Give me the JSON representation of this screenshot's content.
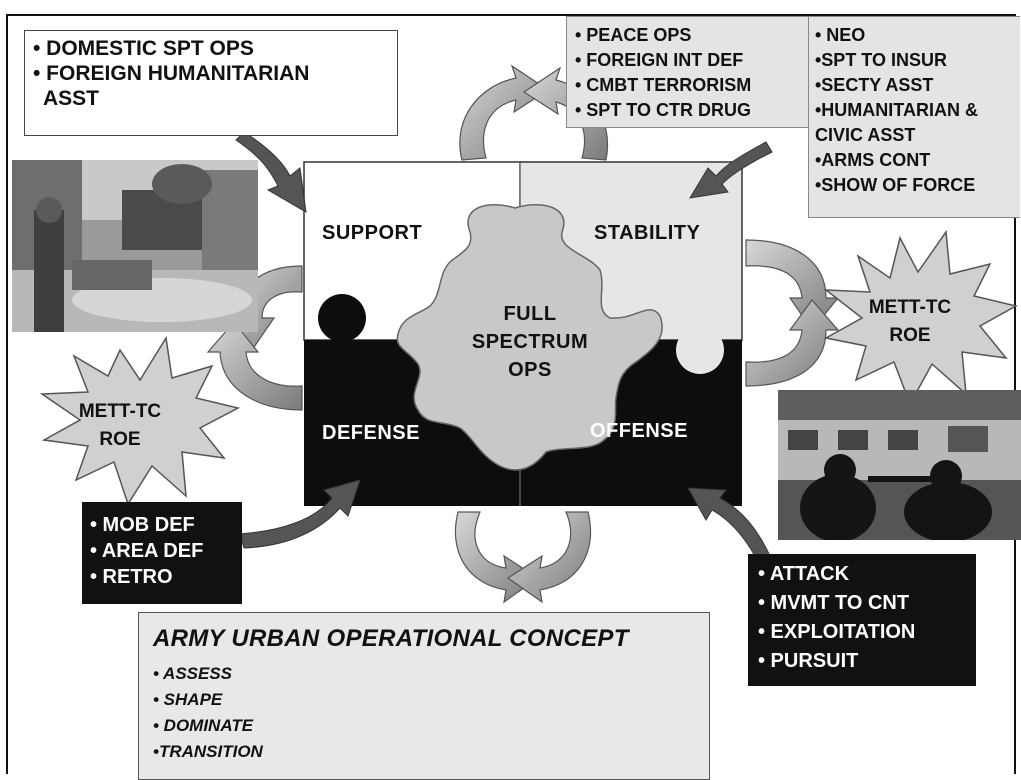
{
  "support_tasks": [
    "• DOMESTIC SPT OPS",
    "• FOREIGN HUMANITARIAN",
    "ASST"
  ],
  "stability_tasks_left": [
    "• PEACE OPS",
    "• FOREIGN INT DEF",
    "• CMBT TERRORISM",
    "• SPT TO CTR DRUG"
  ],
  "stability_tasks_right": [
    "• NEO",
    "•SPT TO INSUR",
    "•SECTY ASST",
    "•HUMANITARIAN &",
    "CIVIC ASST",
    "•ARMS CONT",
    "•SHOW OF FORCE"
  ],
  "defense_tasks": [
    "• MOB DEF",
    "• AREA DEF",
    "• RETRO"
  ],
  "offense_tasks": [
    "• ATTACK",
    "• MVMT TO CNT",
    "• EXPLOITATION",
    "• PURSUIT"
  ],
  "quadrants": {
    "support": "SUPPORT",
    "stability": "STABILITY",
    "defense": "DEFENSE",
    "offense": "OFFENSE"
  },
  "center": [
    "FULL",
    "SPECTRUM",
    "OPS"
  ],
  "star_left": [
    "METT-TC",
    "ROE"
  ],
  "star_right": [
    "METT-TC",
    "ROE"
  ],
  "concept": {
    "title": "ARMY URBAN OPERATIONAL CONCEPT",
    "items": [
      "• ASSESS",
      "• SHAPE",
      "• DOMINATE",
      "•TRANSITION"
    ]
  },
  "colors": {
    "support_quadrant": "#ffffff",
    "stability_quadrant": "#e6e6e6",
    "defense_quadrant": "#0d0d0d",
    "offense_quadrant": "#0d0d0d",
    "center_piece": "#c8c8c8",
    "arrow_fill": "#a9a9a9",
    "star_fill": "#d0d0d0"
  }
}
